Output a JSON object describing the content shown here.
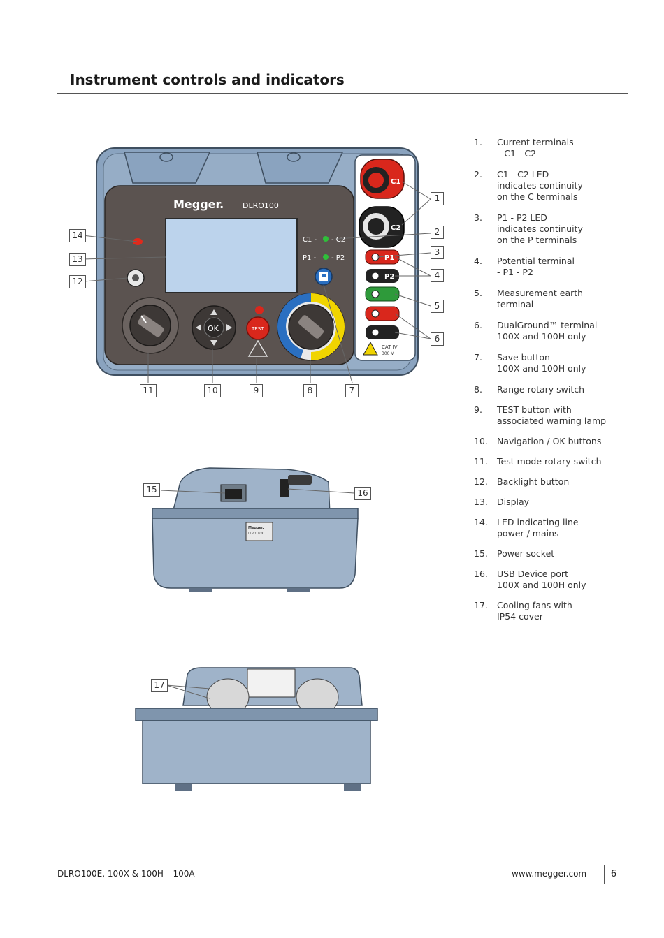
{
  "page": {
    "heading": "Instrument controls and indicators",
    "footer_left": "DLRO100E, 100X & 100H – 100A",
    "footer_right": "www.megger.com",
    "page_number": "6"
  },
  "device": {
    "brand": "Megger.",
    "model": "DLRO100",
    "led_c": "C1 -",
    "led_c2": "- C2",
    "led_p": "P1 -",
    "led_p2": "- P2",
    "ok_label": "OK",
    "test_label": "TEST",
    "terminal_c1": "C1",
    "terminal_c2": "C2",
    "terminal_p1": "P1",
    "terminal_p2": "P2",
    "cat_label": "CAT IV",
    "cat_voltage": "300 V",
    "side_brand": "Megger.",
    "side_model": "DLRO100X"
  },
  "colors": {
    "case_blue": "#8aa3bf",
    "panel_dark": "#5b5350",
    "screen": "#bcd3ec",
    "red_terminal": "#d9271c",
    "green_terminal": "#2e9a3a",
    "dial_yellow": "#f0d400",
    "dial_blue": "#2a6fc1"
  },
  "callouts": [
    "1",
    "2",
    "3",
    "4",
    "5",
    "6",
    "7",
    "8",
    "9",
    "10",
    "11",
    "12",
    "13",
    "14",
    "15",
    "16",
    "17"
  ],
  "legend": [
    {
      "num": "1.",
      "text": "Current terminals\n– C1 - C2"
    },
    {
      "num": "2.",
      "text": "C1 - C2 LED\nindicates continuity\non the C terminals"
    },
    {
      "num": "3.",
      "text": "P1 - P2 LED\nindicates continuity\non the P terminals"
    },
    {
      "num": "4.",
      "text": "Potential terminal\n- P1 - P2"
    },
    {
      "num": "5.",
      "text": "Measurement earth\nterminal"
    },
    {
      "num": "6.",
      "text": "DualGround™ terminal\n100X and 100H only"
    },
    {
      "num": "7.",
      "text": "Save button\n100X and 100H only"
    },
    {
      "num": "8.",
      "text": "Range rotary switch"
    },
    {
      "num": "9.",
      "text": "TEST button with\nassociated warning lamp"
    },
    {
      "num": "10.",
      "text": "Navigation / OK buttons"
    },
    {
      "num": "11.",
      "text": "Test mode rotary switch"
    },
    {
      "num": "12.",
      "text": "Backlight button"
    },
    {
      "num": "13.",
      "text": "Display"
    },
    {
      "num": "14.",
      "text": "LED indicating line\npower / mains"
    },
    {
      "num": "15.",
      "text": "Power socket"
    },
    {
      "num": "16.",
      "text": "USB Device port\n100X and 100H only"
    },
    {
      "num": "17.",
      "text": "Cooling fans with\nIP54 cover"
    }
  ]
}
